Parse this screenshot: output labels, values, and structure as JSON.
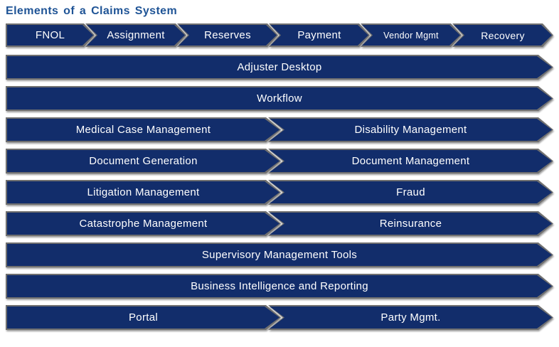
{
  "title": "Elements of a Claims System",
  "colors": {
    "title_color": "#1f5496",
    "bar_fill": "#122d6b",
    "bar_border": "#707070",
    "label_color": "#ffffff"
  },
  "process_steps": [
    "FNOL",
    "Assignment",
    "Reserves",
    "Payment",
    "Vendor Mgmt",
    "Recovery"
  ],
  "bars": {
    "adjuster_desktop": "Adjuster Desktop",
    "workflow": "Workflow",
    "medical_case_management": "Medical Case Management",
    "disability_management": "Disability Management",
    "document_generation": "Document Generation",
    "document_management": "Document Management",
    "litigation_management": "Litigation Management",
    "fraud": "Fraud",
    "catastrophe_management": "Catastrophe Management",
    "reinsurance": "Reinsurance",
    "supervisory_management_tools": "Supervisory Management Tools",
    "business_intelligence_reporting": "Business Intelligence and Reporting",
    "portal": "Portal",
    "party_mgmt": "Party Mgmt."
  }
}
